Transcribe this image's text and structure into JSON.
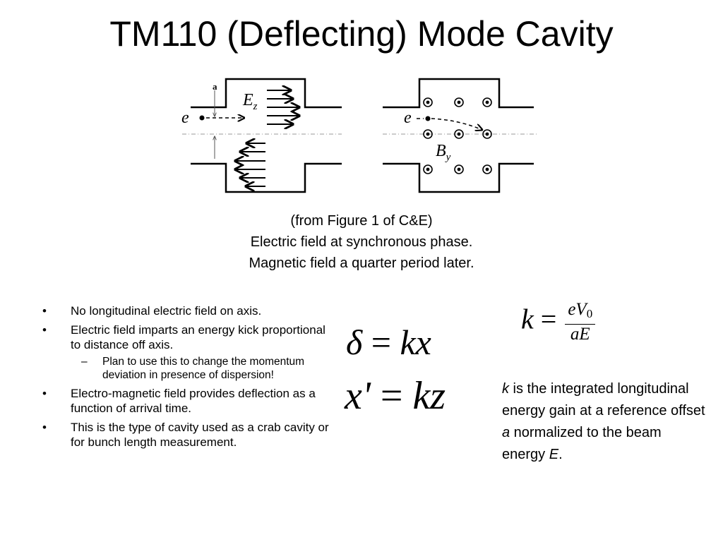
{
  "slide": {
    "title": "TM110 (Deflecting) Mode Cavity"
  },
  "figure": {
    "left_panel": {
      "label_a": "a",
      "label_ez_main": "E",
      "label_ez_sub": "z",
      "label_e": "e"
    },
    "right_panel": {
      "label_e": "e",
      "label_by_main": "B",
      "label_by_sub": "y"
    }
  },
  "caption": {
    "line1": "(from Figure 1 of C&E)",
    "line2": "Electric field at synchronous phase.",
    "line3": "Magnetic field a quarter period later."
  },
  "bullets": [
    {
      "marker": "•",
      "text": "No longitudinal electric field on axis."
    },
    {
      "marker": "•",
      "text": "Electric field imparts an energy kick proportional to distance off axis."
    },
    {
      "marker": "–",
      "text": "Plan to use this to change the momentum deviation in presence of dispersion!"
    },
    {
      "marker": "•",
      "text": "Electro-magnetic field provides deflection as a function of arrival time."
    },
    {
      "marker": "•",
      "text": "This is the type of cavity used as a crab cavity or for bunch length measurement."
    }
  ],
  "equations": {
    "delta": {
      "lhs": "δ",
      "eq": "=",
      "rhs": "kx"
    },
    "xprime": {
      "lhs": "x'",
      "eq": "=",
      "rhs": "kz"
    },
    "k": {
      "lhs": "k",
      "eq": "=",
      "num_main": "eV",
      "num_sub": "0",
      "den": "aE"
    }
  },
  "k_description": {
    "k": "k",
    "part1": " is the integrated longitudinal energy gain at a reference offset ",
    "a": "a",
    "part2": " normalized to the beam energy ",
    "E": "E",
    "part3": "."
  }
}
